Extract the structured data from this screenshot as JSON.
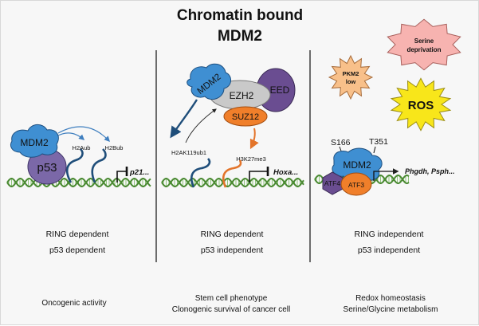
{
  "title": {
    "line1": "Chromatin bound",
    "line2": "MDM2"
  },
  "panel1": {
    "mdm2": "MDM2",
    "p53": "p53",
    "h2aub": "H2Aub",
    "h2bub": "H2Bub",
    "gene": "p21...",
    "ring": "RING dependent",
    "p53dep": "p53 dependent",
    "outcome": "Oncogenic activity"
  },
  "panel2": {
    "mdm2": "MDM2",
    "ezh2": "EZH2",
    "eed": "EED",
    "suz12": "SUZ12",
    "mark1": "H2AK119ub1",
    "mark2": "H3K27me3",
    "gene": "Hoxa...",
    "ring": "RING dependent",
    "p53dep": "p53 independent",
    "outcome1": "Stem cell phenotype",
    "outcome2": "Clonogenic  survival of cancer cell"
  },
  "panel3": {
    "serine1": "Serine",
    "serine2": "deprivation",
    "pkm2_1": "PKM2",
    "pkm2_2": "low",
    "ros": "ROS",
    "s166": "S166",
    "t351": "T351",
    "mdm2": "MDM2",
    "atf4": "ATF4",
    "atf3": "ATF3",
    "genes": "Phgdh, Psph...",
    "ring": "RING independent",
    "p53dep": "p53 independent",
    "outcome1": "Redox homeostasis",
    "outcome2": "Serine/Glycine metabolism"
  },
  "colors": {
    "mdm2": "#3f8fd2",
    "p53": "#7b68a8",
    "ezh2": "#c9c9c9",
    "eed": "#6a4d91",
    "suz12": "#f07f2a",
    "atf4": "#6a4d91",
    "atf3": "#f07f2a",
    "dna": "#4a8a32",
    "ub_tail": "#1f4e7a",
    "me_tail": "#e3742a",
    "serine_star": "#f7b3b0",
    "pkm2_star": "#f8c08a",
    "ros_star": "#f8e61a"
  }
}
